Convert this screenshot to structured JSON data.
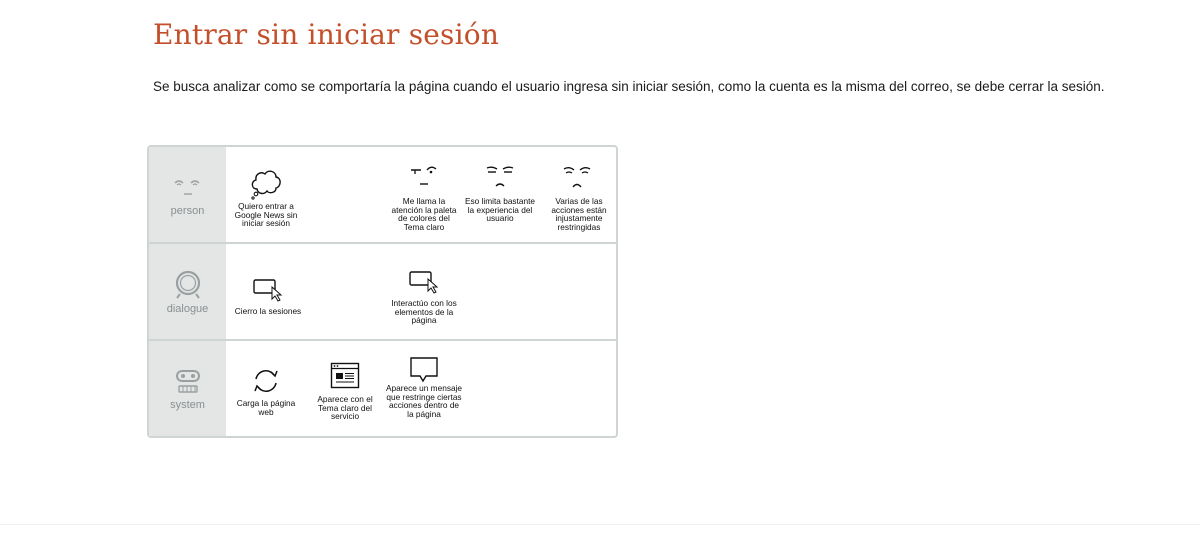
{
  "page": {
    "title": "Entrar sin iniciar sesión",
    "intro": "Se busca analizar como se comportaría la página cuando el usuario ingresa sin iniciar sesión, como la cuenta es la misma del correo, se debe cerrar la sesión."
  },
  "journey": {
    "rows": {
      "person": {
        "label": "person"
      },
      "dialogue": {
        "label": "dialogue"
      },
      "system": {
        "label": "system"
      }
    },
    "person_steps": [
      {
        "text": "Quiero entrar a Google News sin iniciar sesión",
        "icon": "thought-bubble-icon"
      },
      {
        "text": "Me llama la atención la paleta de colores del Tema claro",
        "icon": "surprised-face-icon"
      },
      {
        "text": "Eso limita bastante la experiencia del usuario",
        "icon": "annoyed-face-icon"
      },
      {
        "text": "Varias de las acciones están injustamente restringidas",
        "icon": "frustrated-face-icon"
      }
    ],
    "dialogue_steps": [
      {
        "text": "Cierro la sesiones",
        "icon": "screen-click-icon"
      },
      {
        "text": "Interactúo con los elementos de la página",
        "icon": "screen-click-icon"
      }
    ],
    "system_steps": [
      {
        "text": "Carga la página web",
        "icon": "refresh-icon"
      },
      {
        "text": "Aparece con el Tema claro del servicio",
        "icon": "browser-window-icon"
      },
      {
        "text": "Aparece un mensaje que restringe ciertas acciones dentro de la página",
        "icon": "message-bubble-icon"
      }
    ]
  },
  "colors": {
    "title": "#c4502b",
    "row_header_bg": "#e4e6e6",
    "border": "#cfd4d4"
  }
}
